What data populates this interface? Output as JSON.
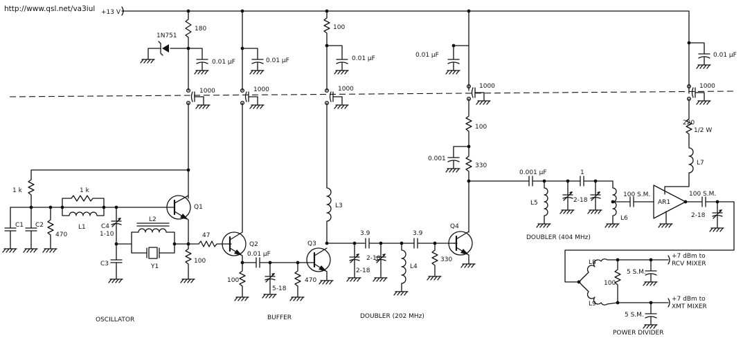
{
  "url": "http://www.qsl.net/va3iul",
  "supply": "+13 V",
  "labels": {
    "r180": "180",
    "zener": "1N751",
    "c_osc_bp": "0.01 µF",
    "c_osc_ft": "1000",
    "c_buf_bp": "0.01 µF",
    "c_buf_ft": "1000",
    "r100_top": "100",
    "c_dbl_bp": "0.01 µF",
    "c_dbl_ft": "1000",
    "c_q4_bp": "0.01 µF",
    "c_q4_ft": "1000",
    "r100_q4": "100",
    "c_0001": "0.001",
    "r330_q4": "330",
    "c_ar_bp": "0.01 µF",
    "c_ar_ft": "1000",
    "r220": "220",
    "r220_w": "1/2 W",
    "l7": "L7",
    "r1k_a": "1 k",
    "r1k_b": "1 k",
    "l1": "L1",
    "c1": "C1",
    "c2": "C2",
    "r470_osc": "470",
    "c4": "C4",
    "c4_val": "1-10",
    "c3": "C3",
    "l2": "L2",
    "y1": "Y1",
    "q1": "Q1",
    "r100_osc": "100",
    "r47": "47",
    "q2": "Q2",
    "c_buf_cpl": "0.01 µF",
    "r100_buf": "100",
    "trim_518": "5-18",
    "r470_buf": "470",
    "q3": "Q3",
    "l3": "L3",
    "c39_a": "3.9",
    "c39_b": "3.9",
    "trim_218_a": "2-18",
    "trim_218_b": "2-18",
    "l4": "L4",
    "r330_dbl": "330",
    "q4": "Q4",
    "c0001uf": "0.001 µF",
    "c1pf": "1",
    "l5": "L5",
    "trim_218_c": "2-18",
    "l6": "L6",
    "c100sm_a": "100 S.M.",
    "ar1": "AR1",
    "c100sm_b": "100 S.M.",
    "trim_218_d": "2-18",
    "l8": "L8",
    "l9": "L9",
    "r100_pd": "100",
    "c5sm_a": "5 S.M.",
    "c5sm_b": "5 S.M.",
    "rcv_1": "+7 dBm to",
    "rcv_2": "RCV MIXER",
    "xmt_1": "+7 dBm to",
    "xmt_2": "XMT MIXER"
  },
  "sections": {
    "oscillator": "OSCILLATOR",
    "buffer": "BUFFER",
    "doubler1": "DOUBLER (202 MHz)",
    "doubler2": "DOUBLER (404 MHz)",
    "divider": "POWER DIVIDER"
  }
}
